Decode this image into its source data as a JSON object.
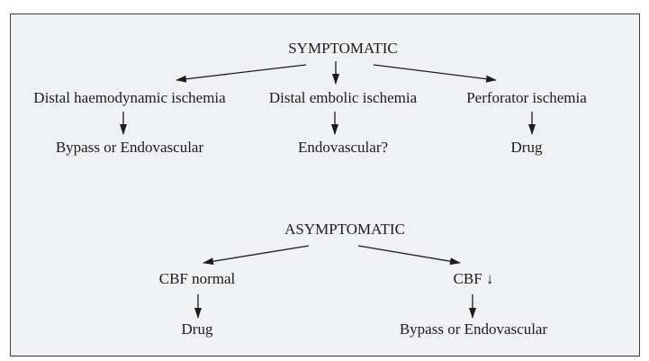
{
  "symptomatic": {
    "title": "SYMPTOMATIC",
    "branches": [
      {
        "condition": "Distal haemodynamic ischemia",
        "treatment": "Bypass or Endovascular"
      },
      {
        "condition": "Distal embolic ischemia",
        "treatment": "Endovascular?"
      },
      {
        "condition": "Perforator ischemia",
        "treatment": "Drug"
      }
    ]
  },
  "asymptomatic": {
    "title": "ASYMPTOMATIC",
    "branches": [
      {
        "condition": "CBF normal",
        "treatment": "Drug"
      },
      {
        "condition": "CBF ↓",
        "treatment": "Bypass or Endovascular"
      }
    ]
  },
  "colors": {
    "background": "#f0f1f2",
    "border": "#3a3a3a",
    "text": "#1c1c1c",
    "arrow": "#1c1c1c"
  }
}
